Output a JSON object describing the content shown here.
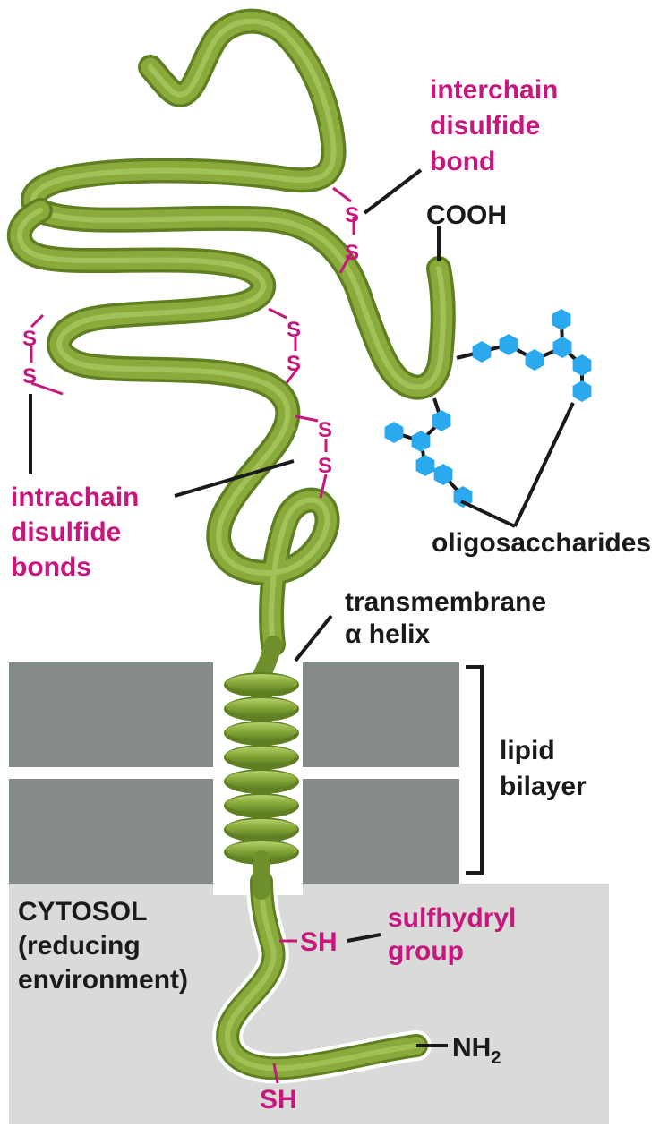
{
  "colors": {
    "protein": "#8aab3c",
    "protein_dark": "#5f7f22",
    "protein_light": "#b6d06c",
    "membrane": "#858b8a",
    "cytosol": "#d9dbd9",
    "sugar": "#2ba9ee",
    "magenta": "#c7167d",
    "ink": "#1a1a1a"
  },
  "labels": {
    "interchain": [
      "interchain",
      "disulfide",
      "bond"
    ],
    "cooh": "COOH",
    "intrachain": [
      "intrachain",
      "disulfide",
      "bonds"
    ],
    "oligosaccharides": "oligosaccharides",
    "transmembrane": [
      "transmembrane",
      "α helix"
    ],
    "lipid_bilayer": [
      "lipid",
      "bilayer"
    ],
    "cytosol": [
      "CYTOSOL",
      "(reducing",
      "environment)"
    ],
    "sulfhydryl": [
      "sulfhydryl",
      "group"
    ],
    "nh2": "NH",
    "nh2_subscript": "2",
    "sh_upper": "SH",
    "sh_lower": "SH",
    "s": "S"
  }
}
